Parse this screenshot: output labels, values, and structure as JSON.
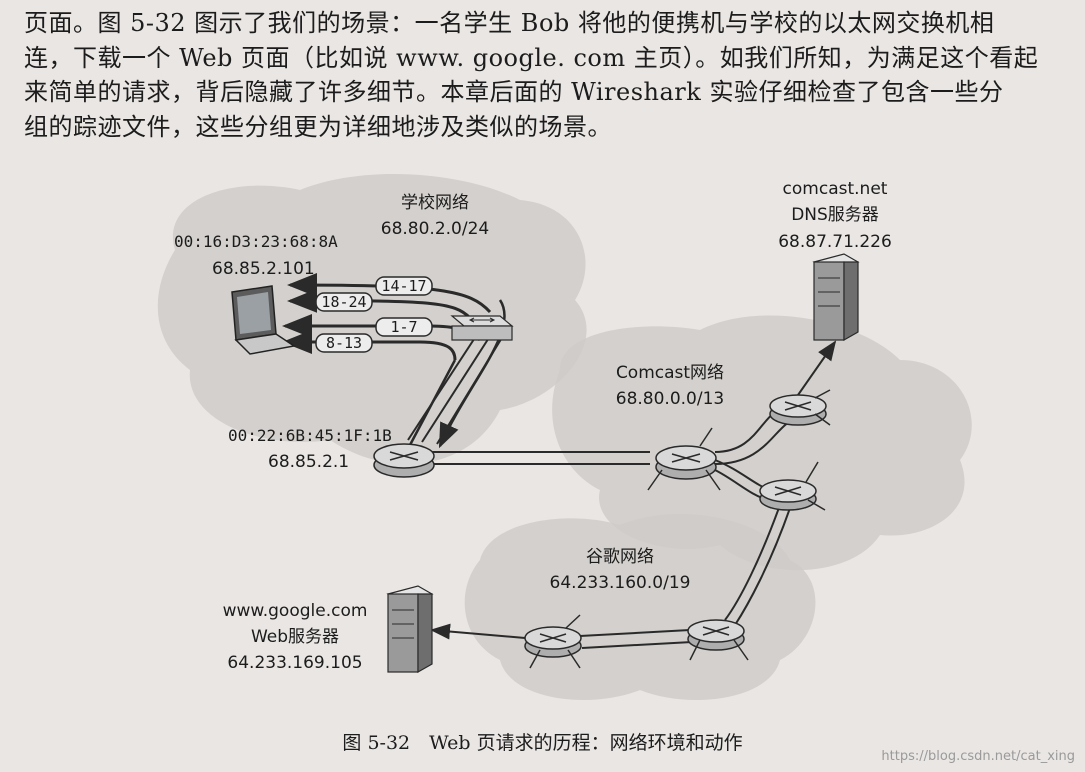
{
  "paragraph": {
    "lines": [
      "页面。图 5-32 图示了我们的场景：一名学生 Bob 将他的便携机与学校的以太网交换机相",
      "连，下载一个 Web 页面（比如说 www. google. com 主页）。如我们所知，为满足这个看起",
      "来简单的请求，背后隐藏了许多细节。本章后面的 Wireshark 实验仔细检查了包含一些分",
      "组的踪迹文件，这些分组更为详细地涉及类似的场景。"
    ]
  },
  "diagram": {
    "school_network": {
      "name": "学校网络",
      "subnet": "68.80.2.0/24"
    },
    "laptop": {
      "mac": "00:16:D3:23:68:8A",
      "ip": "68.85.2.101"
    },
    "router": {
      "mac": "00:22:6B:45:1F:1B",
      "ip": "68.85.2.1"
    },
    "dns_server": {
      "domain": "comcast.net",
      "name": "DNS服务器",
      "ip": "68.87.71.226"
    },
    "comcast_network": {
      "name": "Comcast网络",
      "subnet": "68.80.0.0/13"
    },
    "google_network": {
      "name": "谷歌网络",
      "subnet": "64.233.160.0/19"
    },
    "web_server": {
      "domain": "www.google.com",
      "name": "Web服务器",
      "ip": "64.233.169.105"
    },
    "segments": [
      "14-17",
      "18-24",
      "1-7",
      "8-13"
    ]
  },
  "caption": "图 5-32　Web 页请求的历程：网络环境和动作",
  "watermark": "https://blog.csdn.net/cat_xing",
  "colors": {
    "cloud": "#c9c6c4",
    "router": "#d6d6d6",
    "line": "#2a2a2a"
  }
}
